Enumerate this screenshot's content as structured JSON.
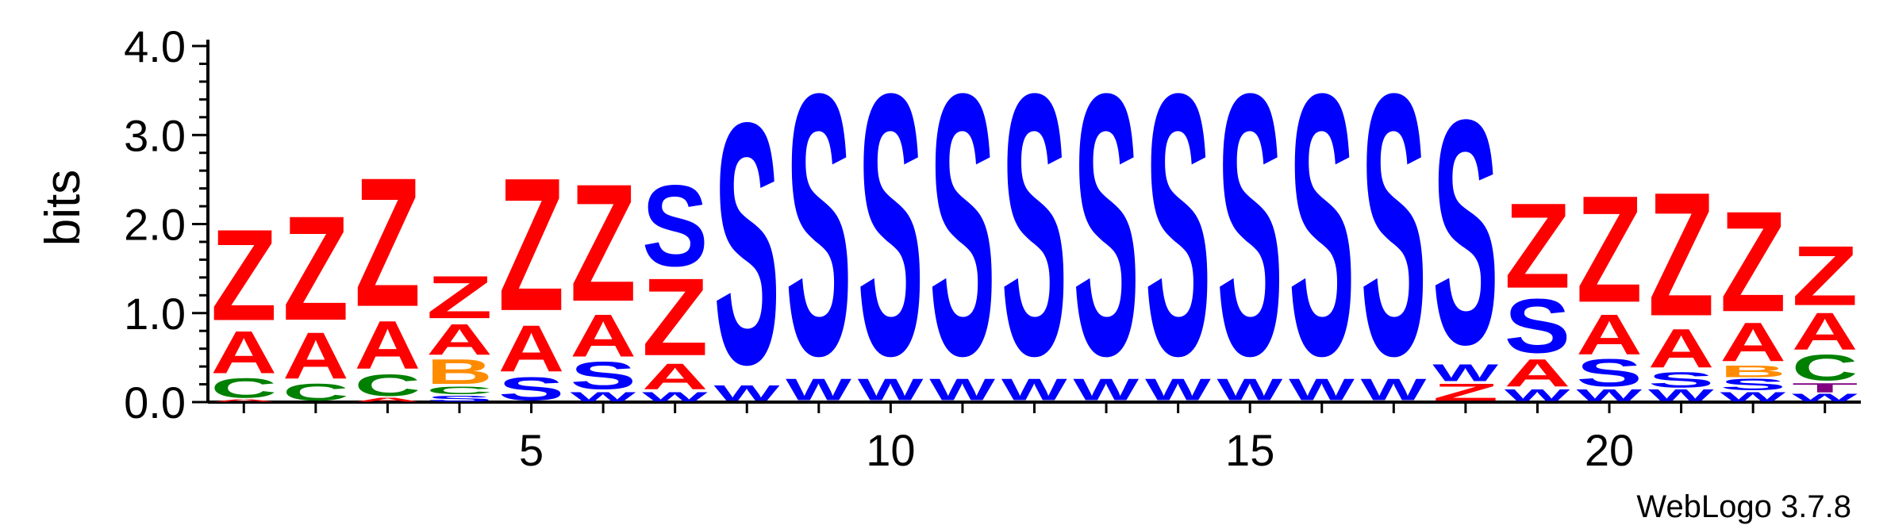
{
  "colors": {
    "Z": "#ff0000",
    "A": "#ff0000",
    "S": "#0000ff",
    "W": "#0000ff",
    "C": "#008000",
    "B": "#ff8c00",
    "T": "#800080",
    "axis": "#000000"
  },
  "credit": "WebLogo 3.7.8",
  "chart_data": {
    "type": "sequence_logo",
    "title": "",
    "xlabel": "",
    "ylabel": "bits",
    "ylim": [
      0,
      4.0
    ],
    "y_ticks": [
      "0.0",
      "1.0",
      "2.0",
      "3.0",
      "4.0"
    ],
    "x_ticks": [
      "5",
      "10",
      "15",
      "20"
    ],
    "grid": false,
    "positions": [
      {
        "pos": 1,
        "stack": [
          {
            "letter": "A",
            "h": 0.03
          },
          {
            "letter": "C",
            "h": 0.25
          },
          {
            "letter": "A",
            "h": 0.55
          },
          {
            "letter": "Z",
            "h": 1.18
          }
        ]
      },
      {
        "pos": 2,
        "stack": [
          {
            "letter": "C",
            "h": 0.22
          },
          {
            "letter": "A",
            "h": 0.6
          },
          {
            "letter": "Z",
            "h": 1.35
          }
        ]
      },
      {
        "pos": 3,
        "stack": [
          {
            "letter": "A",
            "h": 0.05
          },
          {
            "letter": "C",
            "h": 0.28
          },
          {
            "letter": "A",
            "h": 0.62
          },
          {
            "letter": "Z",
            "h": 1.67
          }
        ]
      },
      {
        "pos": 4,
        "stack": [
          {
            "letter": "S",
            "h": 0.08
          },
          {
            "letter": "C",
            "h": 0.1
          },
          {
            "letter": "B",
            "h": 0.32
          },
          {
            "letter": "A",
            "h": 0.4
          },
          {
            "letter": "Z",
            "h": 0.55
          }
        ]
      },
      {
        "pos": 5,
        "stack": [
          {
            "letter": "S",
            "h": 0.3
          },
          {
            "letter": "A",
            "h": 0.6
          },
          {
            "letter": "Z",
            "h": 1.72
          }
        ]
      },
      {
        "pos": 6,
        "stack": [
          {
            "letter": "W",
            "h": 0.12
          },
          {
            "letter": "S",
            "h": 0.35
          },
          {
            "letter": "A",
            "h": 0.55
          },
          {
            "letter": "Z",
            "h": 1.52
          }
        ]
      },
      {
        "pos": 7,
        "stack": [
          {
            "letter": "W",
            "h": 0.12
          },
          {
            "letter": "A",
            "h": 0.33
          },
          {
            "letter": "Z",
            "h": 1.0
          },
          {
            "letter": "S",
            "h": 1.05
          }
        ]
      },
      {
        "pos": 8,
        "stack": [
          {
            "letter": "W",
            "h": 0.2
          },
          {
            "letter": "S",
            "h": 3.12
          }
        ]
      },
      {
        "pos": 9,
        "stack": [
          {
            "letter": "W",
            "h": 0.28
          },
          {
            "letter": "S",
            "h": 3.38
          }
        ]
      },
      {
        "pos": 10,
        "stack": [
          {
            "letter": "W",
            "h": 0.28
          },
          {
            "letter": "S",
            "h": 3.38
          }
        ]
      },
      {
        "pos": 11,
        "stack": [
          {
            "letter": "W",
            "h": 0.28
          },
          {
            "letter": "S",
            "h": 3.38
          }
        ]
      },
      {
        "pos": 12,
        "stack": [
          {
            "letter": "W",
            "h": 0.28
          },
          {
            "letter": "S",
            "h": 3.38
          }
        ]
      },
      {
        "pos": 13,
        "stack": [
          {
            "letter": "W",
            "h": 0.28
          },
          {
            "letter": "S",
            "h": 3.38
          }
        ]
      },
      {
        "pos": 14,
        "stack": [
          {
            "letter": "W",
            "h": 0.28
          },
          {
            "letter": "S",
            "h": 3.38
          }
        ]
      },
      {
        "pos": 15,
        "stack": [
          {
            "letter": "W",
            "h": 0.28
          },
          {
            "letter": "S",
            "h": 3.38
          }
        ]
      },
      {
        "pos": 16,
        "stack": [
          {
            "letter": "W",
            "h": 0.28
          },
          {
            "letter": "S",
            "h": 3.38
          }
        ]
      },
      {
        "pos": 17,
        "stack": [
          {
            "letter": "W",
            "h": 0.28
          },
          {
            "letter": "S",
            "h": 3.38
          }
        ]
      },
      {
        "pos": 18,
        "stack": [
          {
            "letter": "Z",
            "h": 0.22
          },
          {
            "letter": "W",
            "h": 0.22
          },
          {
            "letter": "S",
            "h": 2.9
          }
        ]
      },
      {
        "pos": 19,
        "stack": [
          {
            "letter": "W",
            "h": 0.15
          },
          {
            "letter": "A",
            "h": 0.35
          },
          {
            "letter": "S",
            "h": 0.7
          },
          {
            "letter": "Z",
            "h": 1.1
          }
        ]
      },
      {
        "pos": 20,
        "stack": [
          {
            "letter": "W",
            "h": 0.15
          },
          {
            "letter": "S",
            "h": 0.35
          },
          {
            "letter": "A",
            "h": 0.52
          },
          {
            "letter": "Z",
            "h": 1.38
          }
        ]
      },
      {
        "pos": 21,
        "stack": [
          {
            "letter": "W",
            "h": 0.15
          },
          {
            "letter": "S",
            "h": 0.2
          },
          {
            "letter": "A",
            "h": 0.5
          },
          {
            "letter": "Z",
            "h": 1.6
          }
        ]
      },
      {
        "pos": 22,
        "stack": [
          {
            "letter": "W",
            "h": 0.12
          },
          {
            "letter": "S",
            "h": 0.15
          },
          {
            "letter": "B",
            "h": 0.15
          },
          {
            "letter": "A",
            "h": 0.5
          },
          {
            "letter": "Z",
            "h": 1.3
          }
        ]
      },
      {
        "pos": 23,
        "stack": [
          {
            "letter": "W",
            "h": 0.1
          },
          {
            "letter": "T",
            "h": 0.12
          },
          {
            "letter": "C",
            "h": 0.33
          },
          {
            "letter": "A",
            "h": 0.48
          },
          {
            "letter": "Z",
            "h": 0.77
          }
        ]
      }
    ]
  }
}
